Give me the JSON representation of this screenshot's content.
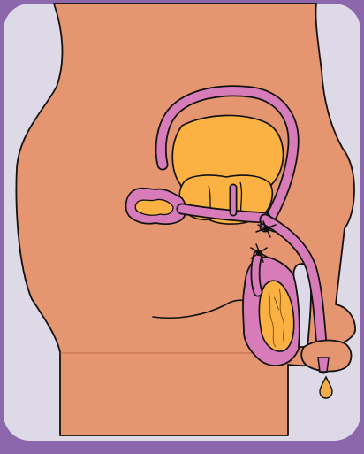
{
  "image": {
    "kind": "anatomical-illustration",
    "subject": "male-reproductive-anatomy-side-view",
    "colors": {
      "frame": "#8c67ac",
      "panel_bg": "#ddd9e6",
      "skin": "#e59670",
      "duct": "#d77cb9",
      "gland": "#fbb243",
      "outline": "#111111",
      "fluid": "#f4ad4c"
    },
    "icons": [
      "tie-mark",
      "tie-mark"
    ]
  }
}
